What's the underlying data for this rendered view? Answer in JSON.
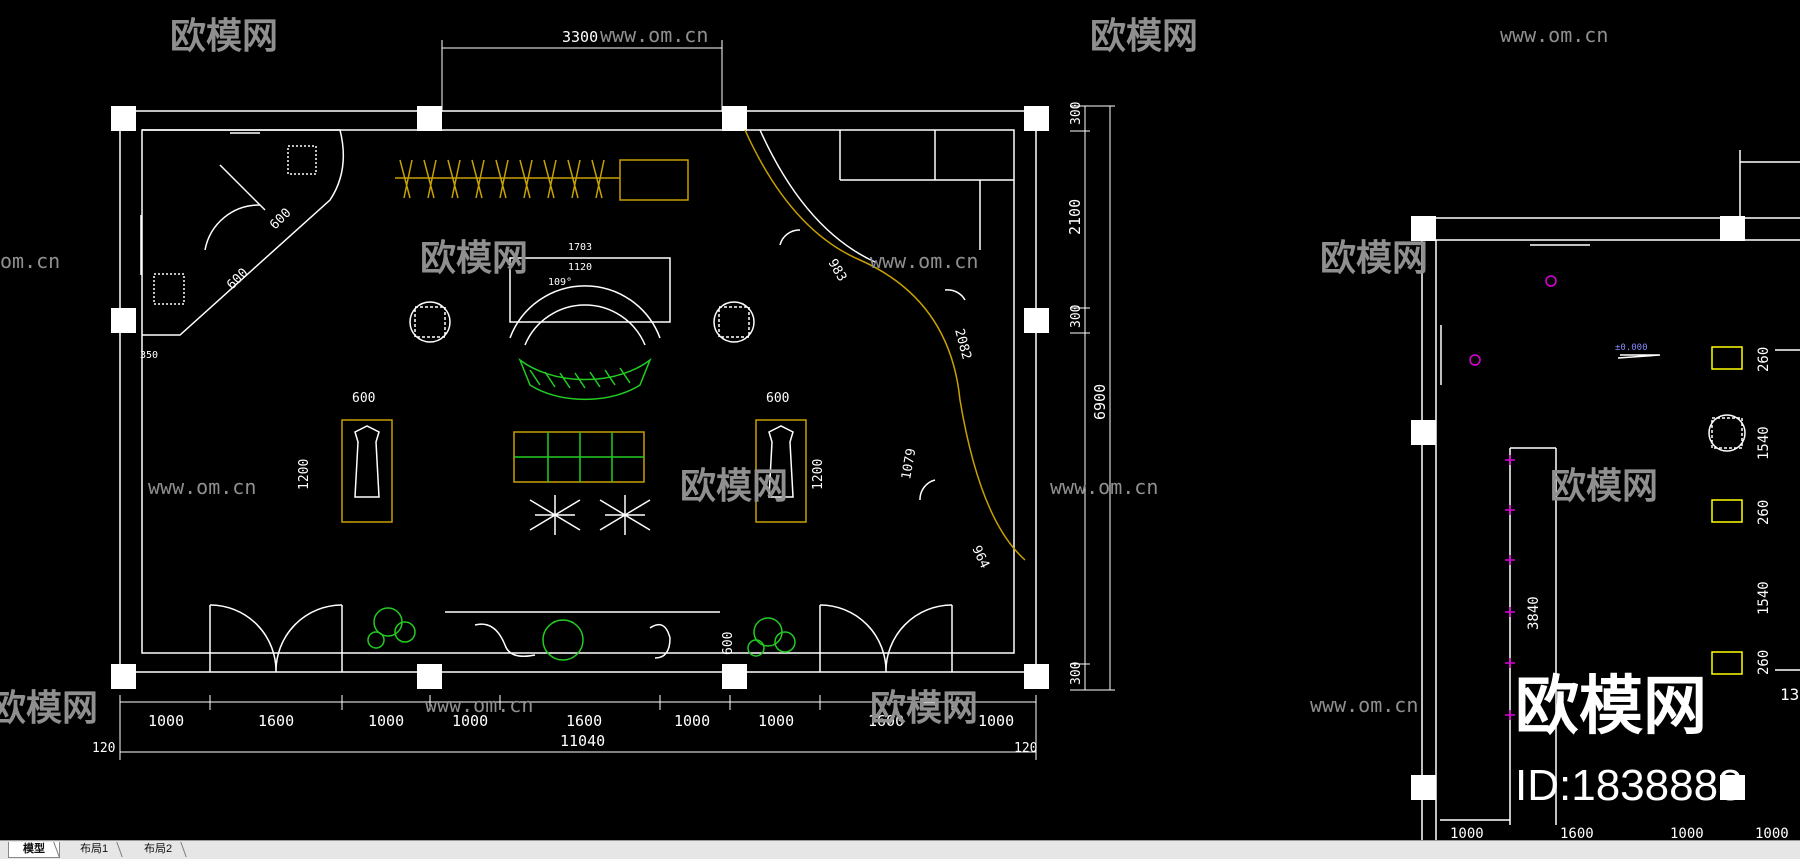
{
  "watermark": {
    "brand": "欧模网",
    "url": "www.om.cn",
    "url_partial": "om.cn",
    "id_text": "ID:1838888"
  },
  "plan_left": {
    "top_dimension": "3300",
    "right_dimensions": [
      "300",
      "2100",
      "300",
      "6900",
      "300"
    ],
    "bottom_dimensions": [
      "1000",
      "1600",
      "1000",
      "1000",
      "1600",
      "1000",
      "1000",
      "1600",
      "1000"
    ],
    "overall_width": "11040",
    "edge_offsets": [
      "120",
      "120"
    ],
    "small_dims": {
      "fitting_a": "600",
      "fitting_b": "600",
      "wall_offset": "350",
      "table_outer": "1703",
      "table_inner": "1120",
      "table_angle": "109°",
      "display_left_w": "600",
      "display_left_h": "1200",
      "display_right_w": "600",
      "display_right_h": "1200",
      "curve_1": "983",
      "curve_2": "2082",
      "curve_3": "1079",
      "curve_4": "964",
      "front_depth": "600"
    }
  },
  "plan_right": {
    "level_mark": "±0.000",
    "side_dims": [
      "260",
      "1540",
      "260",
      "1540",
      "260"
    ],
    "vertical_dim": "3840",
    "bottom_dims": [
      "1000",
      "1600",
      "1000",
      "1000"
    ],
    "partial_text": "13"
  },
  "tabs": [
    {
      "label": "模型",
      "active": true
    },
    {
      "label": "布局1",
      "active": false
    },
    {
      "label": "布局2",
      "active": false
    }
  ],
  "colors": {
    "background": "#000000",
    "lines": "#ffffff",
    "wardrobe": "#c8a000",
    "plants": "#22cc22",
    "accent_yellow": "#ffff00",
    "magenta": "#dd00dd",
    "watermark": "#8f8f8f"
  }
}
